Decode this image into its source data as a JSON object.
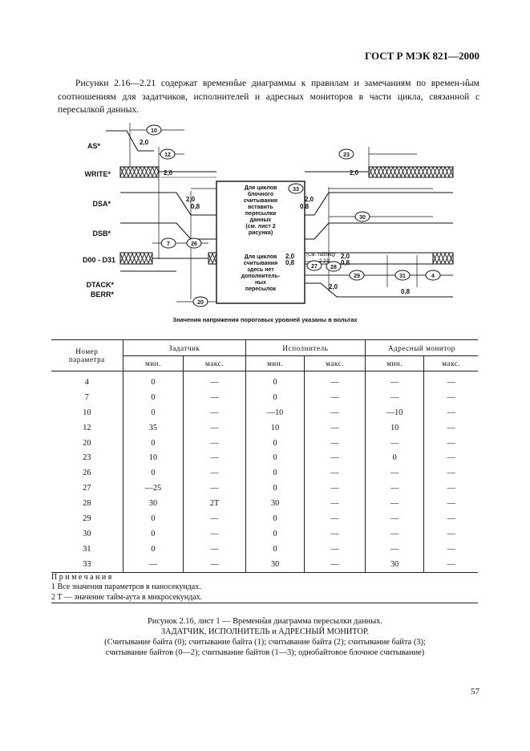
{
  "header": {
    "standard": "ГОСТ Р МЭК 821—2000"
  },
  "intro": "Рисунки 2.16—2.21 содержат временн̂ые диаграммы к правилам и замечаниям по времен-н̂ым соотношениям для задатчиков, исполнителей и адресных мониторов в части цикла, связанной с пересылкой данных.",
  "diagram": {
    "signals": [
      "AS*",
      "WRITE*",
      "DSA*",
      "DSB*",
      "D00 - D31",
      "DTACK*",
      "BERR*"
    ],
    "box_text_1": [
      "Для циклов",
      "блочного",
      "считывания",
      "вставить",
      "пересылки",
      "данных",
      "(см. лист 2",
      "рисунка)"
    ],
    "box_text_2": [
      "Для циклов",
      "считывания",
      "здесь нет",
      "дополнитель-",
      "ных",
      "пересылок"
    ],
    "table_ref": [
      "(См. таблицу",
      "2.21)"
    ],
    "params": [
      "10",
      "12",
      "23",
      "33",
      "7",
      "26",
      "29",
      "27",
      "28",
      "30",
      "31",
      "4",
      "20"
    ],
    "levels": {
      "v20": "2,0",
      "v08": "0,8"
    }
  },
  "diagram_caption": "Значения напряжения пороговых уровней указаны в вольтах",
  "table": {
    "param_header": [
      "Номер",
      "параметра"
    ],
    "groups": [
      "Задатчик",
      "Исполнитель",
      "Адресный монитор"
    ],
    "sub": [
      "мин.",
      "макс."
    ],
    "rows": [
      [
        "4",
        "0",
        "—",
        "0",
        "—",
        "—",
        "—"
      ],
      [
        "7",
        "0",
        "—",
        "0",
        "—",
        "—",
        "—"
      ],
      [
        "10",
        "0",
        "—",
        "—10",
        "—",
        "—10",
        "—"
      ],
      [
        "12",
        "35",
        "—",
        "10",
        "—",
        "10",
        "—"
      ],
      [
        "20",
        "0",
        "—",
        "0",
        "—",
        "—",
        "—"
      ],
      [
        "23",
        "10",
        "—",
        "0",
        "—",
        "0",
        "—"
      ],
      [
        "26",
        "0",
        "—",
        "0",
        "—",
        "—",
        "—"
      ],
      [
        "27",
        "—25",
        "—",
        "0",
        "—",
        "—",
        "—"
      ],
      [
        "28",
        "30",
        "2T",
        "30",
        "—",
        "—",
        "—"
      ],
      [
        "29",
        "0",
        "—",
        "0",
        "—",
        "—",
        "—"
      ],
      [
        "30",
        "0",
        "—",
        "0",
        "—",
        "—",
        "—"
      ],
      [
        "31",
        "0",
        "—",
        "0",
        "—",
        "—",
        "—"
      ],
      [
        "33",
        "—",
        "—",
        "30",
        "—",
        "30",
        "—"
      ]
    ],
    "notes_title": "Примечания",
    "notes": [
      "1 Все значения параметров в наносекундах.",
      "2 T — значение тайм-аута в микросекундах."
    ]
  },
  "figure_caption": [
    "Рисунок 2.16, лист 1 — Временн̂ая диаграмма пересылки данных.",
    "ЗАДАТЧИК, ИСПОЛНИТЕЛЬ и АДРЕСНЫЙ МОНИТОР.",
    "(Считывание байта (0); считывание байта (1); считывание байта (2); считывание байта (3);",
    "считывание байтов (0—2); считывание байтов (1—3); однобайтовое блочное считывание)"
  ],
  "page_number": "57"
}
